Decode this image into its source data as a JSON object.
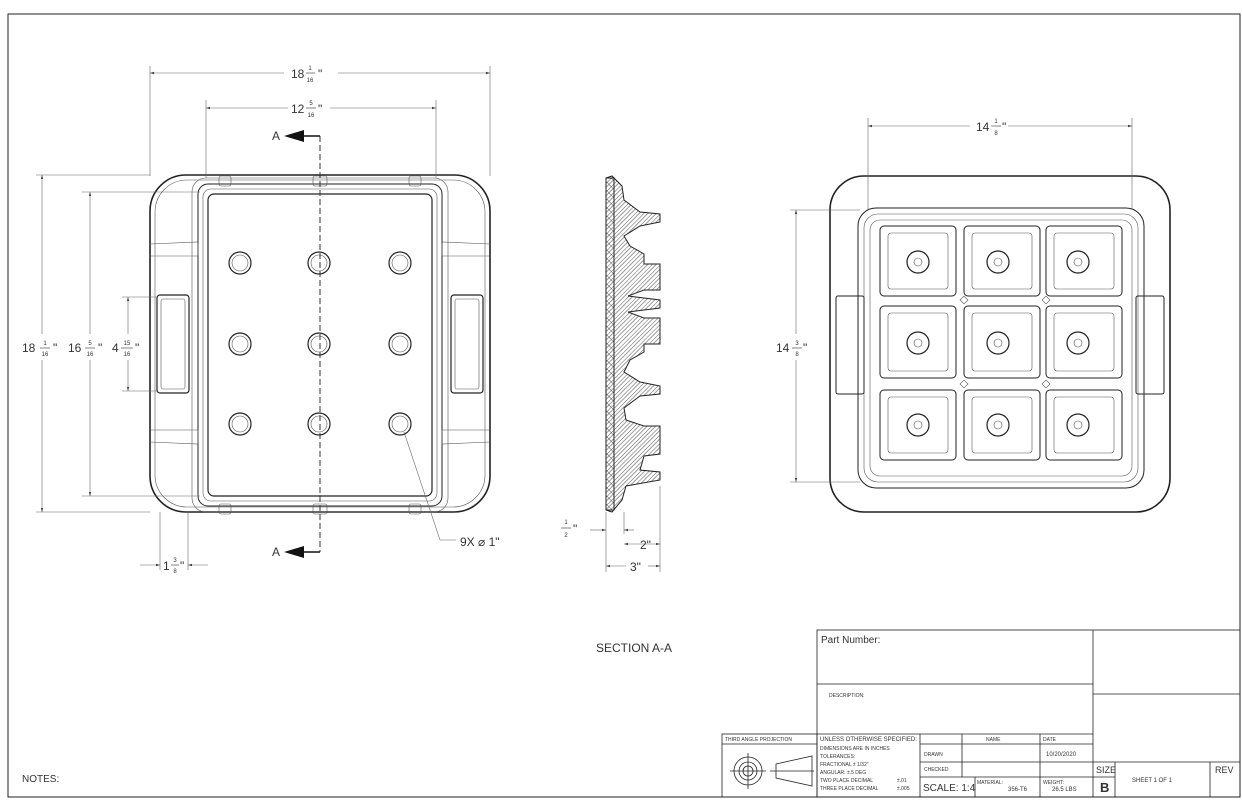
{
  "drawing": {
    "top_view": {
      "overall_width": "18",
      "overall_width_frac_num": "1",
      "overall_width_frac_den": "16",
      "inner_width": "12",
      "inner_width_frac_num": "5",
      "inner_width_frac_den": "16",
      "overall_height": "18",
      "overall_height_frac_num": "1",
      "overall_height_frac_den": "16",
      "inner_height": "16",
      "inner_height_frac_num": "5",
      "inner_height_frac_den": "16",
      "handle_height": "4",
      "handle_height_frac_num": "15",
      "handle_height_frac_den": "16",
      "handle_offset": "1",
      "handle_offset_frac_num": "3",
      "handle_offset_frac_den": "8",
      "hole_callout": "9X ⌀ 1\"",
      "section_label": "A",
      "inch": "\""
    },
    "section_view": {
      "thickness_num": "1",
      "thickness_den": "2",
      "depth_inner": "2\"",
      "depth_overall": "3\"",
      "title": "SECTION A-A"
    },
    "bottom_view": {
      "width": "14",
      "width_frac_num": "1",
      "width_frac_den": "8",
      "height": "14",
      "height_frac_num": "3",
      "height_frac_den": "8"
    }
  },
  "notes_label": "NOTES:",
  "title_block": {
    "part_number_label": "Part Number:",
    "description_label": "DESCRIPTION:",
    "projection_label": "THIRD ANGLE PROJECTION",
    "unless_specified": "UNLESS OTHERWISE SPECIFIED:",
    "dims_in_inches": "DIMENSIONS ARE IN INCHES",
    "tolerances": "TOLERANCES:",
    "fractional": "FRACTIONAL ± 1/32\"",
    "angular": "ANGULAR: ±.5 DEG",
    "two_place": "TWO PLACE DECIMAL",
    "two_place_val": "±.01",
    "three_place": "THREE PLACE DECIMAL",
    "three_place_val": "±.005",
    "name_header": "NAME",
    "date_header": "DATE",
    "drawn_label": "DRAWN",
    "drawn_date": "10/20/2020",
    "checked_label": "CHECKED",
    "scale": "SCALE: 1:4",
    "material_label": "MATERIAL:",
    "material_value": "356-T6",
    "weight_label": "WEIGHT:",
    "weight_value": "26.5 LBS",
    "size_label": "SIZE",
    "size_value": "B",
    "sheet": "SHEET 1 OF 1",
    "rev_label": "REV"
  }
}
